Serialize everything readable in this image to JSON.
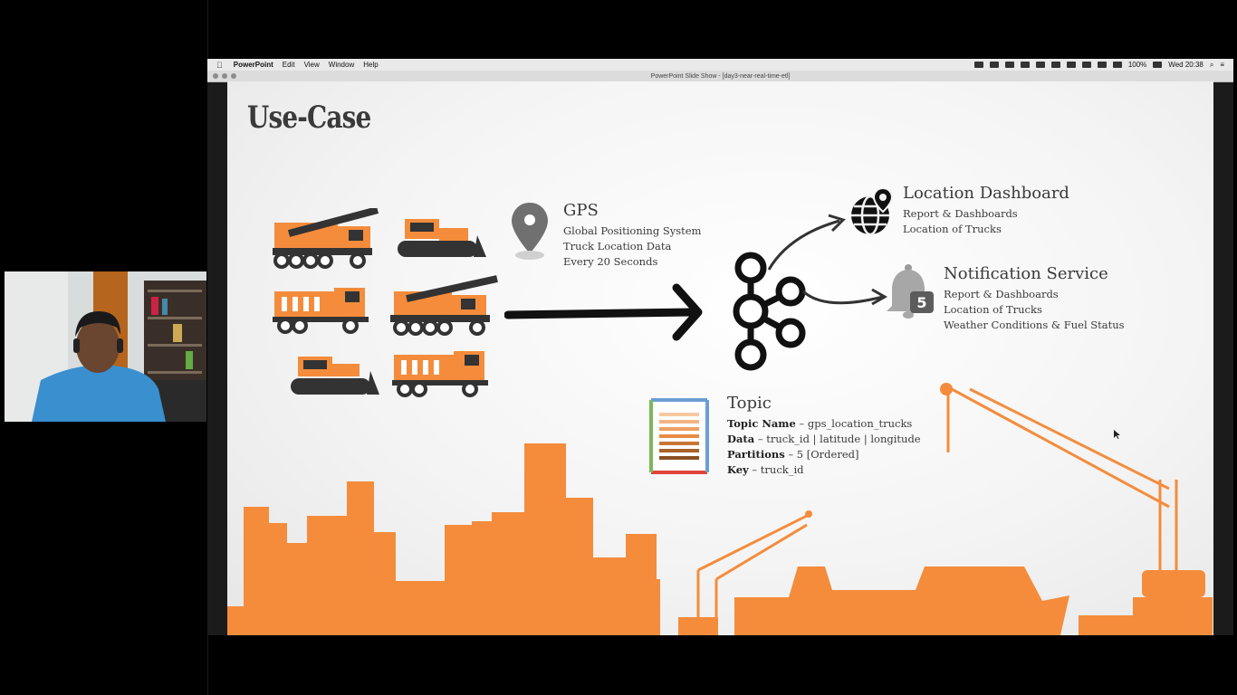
{
  "menubar": {
    "apple": "",
    "items": [
      "PowerPoint",
      "Edit",
      "View",
      "Window",
      "Help"
    ],
    "battery": "100%",
    "clock": "Wed 20:38"
  },
  "window": {
    "title": "PowerPoint Slide Show - [day3-near-real-time-etl]"
  },
  "slide": {
    "title": "Use-Case",
    "gps": {
      "heading": "GPS",
      "lines": [
        "Global Positioning System",
        "Truck Location Data",
        "Every 20 Seconds"
      ]
    },
    "location": {
      "heading": "Location Dashboard",
      "lines": [
        "Report & Dashboards",
        "Location of Trucks"
      ]
    },
    "notification": {
      "heading": "Notification Service",
      "badge": "5",
      "lines": [
        "Report & Dashboards",
        "Location of Trucks",
        "Weather Conditions & Fuel Status"
      ]
    },
    "topic": {
      "heading": "Topic",
      "rows": [
        {
          "label": "Topic Name",
          "value": " – gps_location_trucks"
        },
        {
          "label": "Data",
          "value": " – truck_id | latitude | longitude"
        },
        {
          "label": "Partitions",
          "value": " – 5 [Ordered]"
        },
        {
          "label": "Key",
          "value": " – truck_id"
        }
      ]
    },
    "colors": {
      "accent": "#f48c3c",
      "dark": "#333333"
    }
  }
}
